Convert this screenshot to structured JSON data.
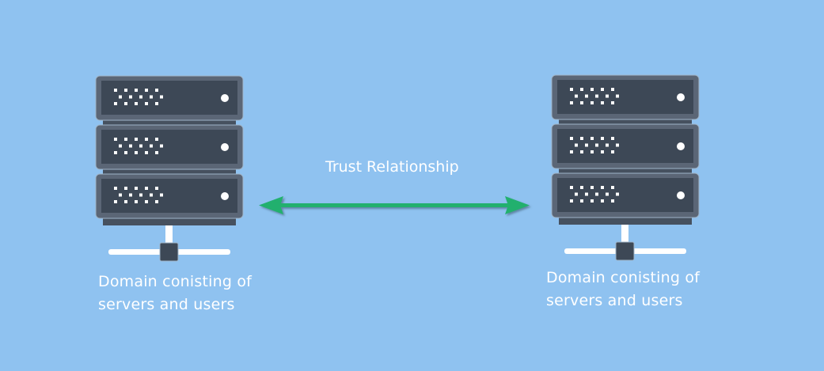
{
  "diagram": {
    "relationship_label": "Trust Relationship",
    "left_domain": {
      "caption_line1": "Domain conisting of",
      "caption_line2": "servers and users"
    },
    "right_domain": {
      "caption_line1": "Domain conisting of",
      "caption_line2": "servers and users"
    },
    "colors": {
      "background": "#8fc2f0",
      "server_body": "#3d4856",
      "server_frame": "#5b6676",
      "arrow": "#21b06e",
      "text": "#ffffff"
    }
  }
}
